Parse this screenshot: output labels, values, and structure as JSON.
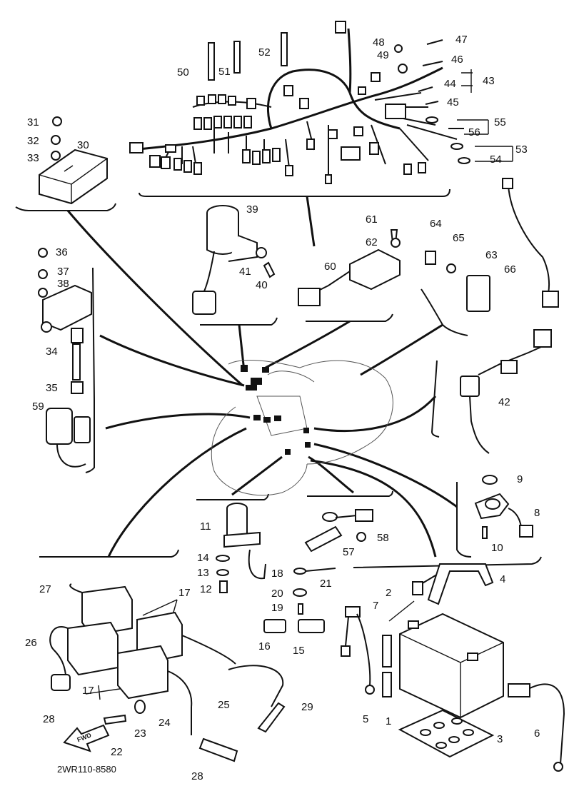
{
  "diagram": {
    "catalog_code": "2WR110-8580",
    "fwd_label": "FWD",
    "labels": [
      "1",
      "2",
      "3",
      "4",
      "5",
      "6",
      "7",
      "8",
      "9",
      "10",
      "11",
      "12",
      "13",
      "14",
      "15",
      "16",
      "17",
      "17",
      "18",
      "19",
      "20",
      "21",
      "22",
      "23",
      "24",
      "25",
      "26",
      "27",
      "28",
      "28",
      "29",
      "30",
      "31",
      "32",
      "33",
      "34",
      "35",
      "36",
      "37",
      "38",
      "39",
      "40",
      "41",
      "42",
      "43",
      "44",
      "45",
      "46",
      "47",
      "48",
      "49",
      "50",
      "51",
      "52",
      "53",
      "54",
      "55",
      "56",
      "57",
      "58",
      "59",
      "60",
      "61",
      "62",
      "63",
      "64",
      "65",
      "66"
    ]
  }
}
